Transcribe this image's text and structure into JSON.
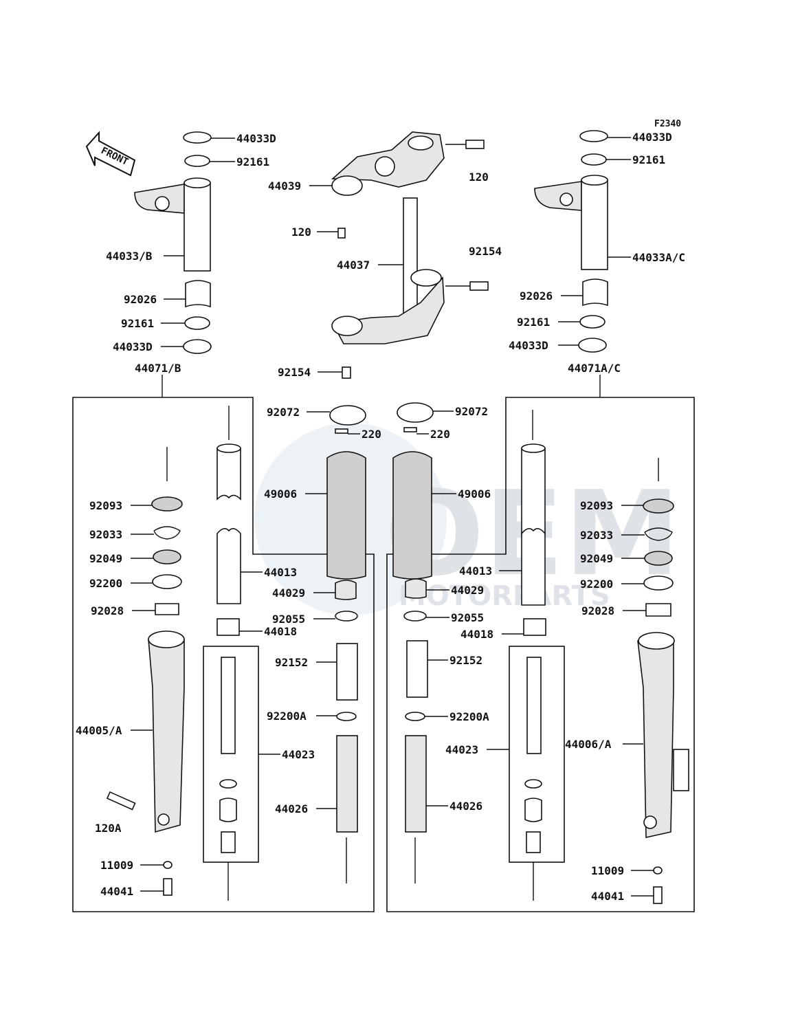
{
  "diagram_code": "F2340",
  "front_label": "FRONT",
  "watermark": {
    "big": "OEM",
    "small": "MOTORPARTS"
  },
  "labels": {
    "l_44033D_a": "44033D",
    "l_92161_a": "92161",
    "l_44033B": "44033/B",
    "l_92026_a": "92026",
    "l_92161_b": "92161",
    "l_44033D_b": "44033D",
    "l_44071B": "44071/B",
    "l_44039": "44039",
    "l_120_a": "120",
    "l_120_b": "120",
    "l_44037": "44037",
    "l_92154_a": "92154",
    "l_92154_b": "92154",
    "l_44033D_c": "44033D",
    "l_92161_c": "92161",
    "l_44033AC": "44033A/C",
    "l_92026_b": "92026",
    "l_92161_d": "92161",
    "l_44033D_d": "44033D",
    "l_44071AC": "44071A/C",
    "l_92072_a": "92072",
    "l_220_a": "220",
    "l_92072_b": "92072",
    "l_220_b": "220",
    "l_49006_a": "49006",
    "l_49006_b": "49006",
    "l_92093_a": "92093",
    "l_92033_a": "92033",
    "l_92049_a": "92049",
    "l_92200_a": "92200",
    "l_92028_a": "92028",
    "l_44013_a": "44013",
    "l_44029_a": "44029",
    "l_92055_a": "92055",
    "l_44018_a": "44018",
    "l_92152_a": "92152",
    "l_92200A_a": "92200A",
    "l_44023_a": "44023",
    "l_44026_a": "44026",
    "l_44005A": "44005/A",
    "l_120A": "120A",
    "l_11009_a": "11009",
    "l_44041_a": "44041",
    "l_44013_b": "44013",
    "l_44029_b": "44029",
    "l_92055_b": "92055",
    "l_44018_b": "44018",
    "l_92152_b": "92152",
    "l_92200A_b": "92200A",
    "l_44023_b": "44023",
    "l_44026_b": "44026",
    "l_92093_b": "92093",
    "l_92033_b": "92033",
    "l_92049_b": "92049",
    "l_92200_b": "92200",
    "l_92028_b": "92028",
    "l_44006A": "44006/A",
    "l_11009_b": "11009",
    "l_44041_b": "44041"
  }
}
